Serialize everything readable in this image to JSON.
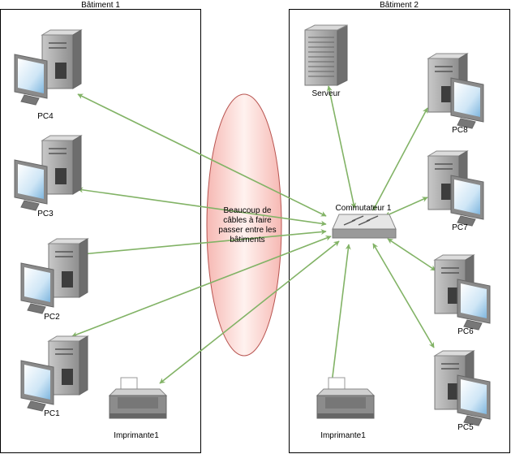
{
  "buildings": {
    "left": {
      "title": "Bâtiment 1"
    },
    "right": {
      "title": "Bâtiment 2"
    }
  },
  "cable_note": [
    "Beaucoup de",
    "câbles à faire",
    "passer entre les",
    "bâtiments"
  ],
  "switch": {
    "label": "Commutateur 1"
  },
  "nodes": {
    "pc4": "PC4",
    "pc3": "PC3",
    "pc2": "PC2",
    "pc1": "PC1",
    "printer1": "Imprimante1",
    "server": "Serveur",
    "pc8": "PC8",
    "pc7": "PC7",
    "pc6": "PC6",
    "pc5": "PC5",
    "printer2": "Imprimante1"
  },
  "colors": {
    "link": "#82b366",
    "ellipse_fill": "#f8cecc",
    "ellipse_stroke": "#b85450"
  }
}
